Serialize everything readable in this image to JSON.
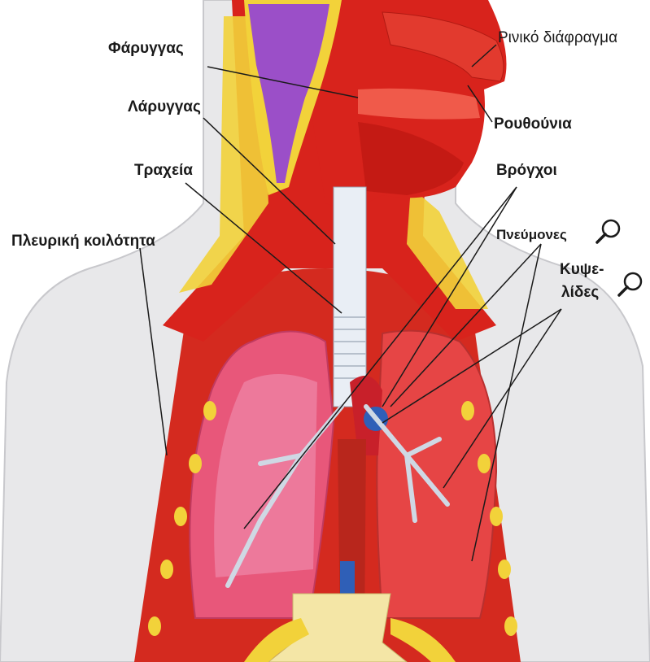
{
  "labels": {
    "pharynx": "Φάρυγγας",
    "larynx": "Λάρυγγας",
    "trachea": "Τραχεία",
    "pleural_cavity": "Πλευρική κοιλότητα",
    "nasal_septum": "Ρινικό διάφραγμα",
    "nostrils": "Ρουθούνια",
    "bronchi": "Βρόγχοι",
    "lungs": "Πνεύμονες",
    "alveoli_line1": "Κυψε-",
    "alveoli_line2": "λίδες"
  },
  "icons": [
    "magnifier-icon",
    "magnifier-icon"
  ],
  "colors": {
    "skin": "#e9e9ea",
    "muscle": "#d8231c",
    "fat": "#f2d23a",
    "lung": "#e8577a",
    "lung_light": "#f08fb0",
    "bone": "#f4e6a6",
    "cartilage": "#e9eef5",
    "vessel_blue": "#2f5fb7",
    "line": "#1a1a1a"
  }
}
